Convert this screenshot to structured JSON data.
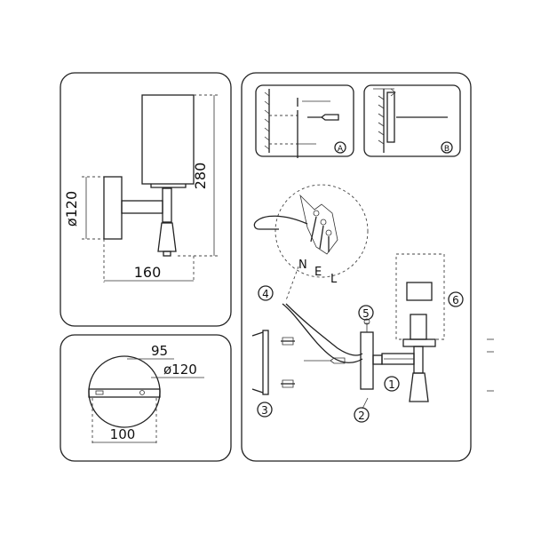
{
  "dimensions": {
    "diameter_side": "ø120",
    "height": "280",
    "width": "160",
    "bracket": "95",
    "diameter_base": "ø120",
    "base_width": "100"
  },
  "wiring_letters": [
    "N",
    "E",
    "L"
  ],
  "steps": [
    "1",
    "2",
    "3",
    "4",
    "5",
    "6"
  ],
  "details": [
    "A",
    "B"
  ]
}
